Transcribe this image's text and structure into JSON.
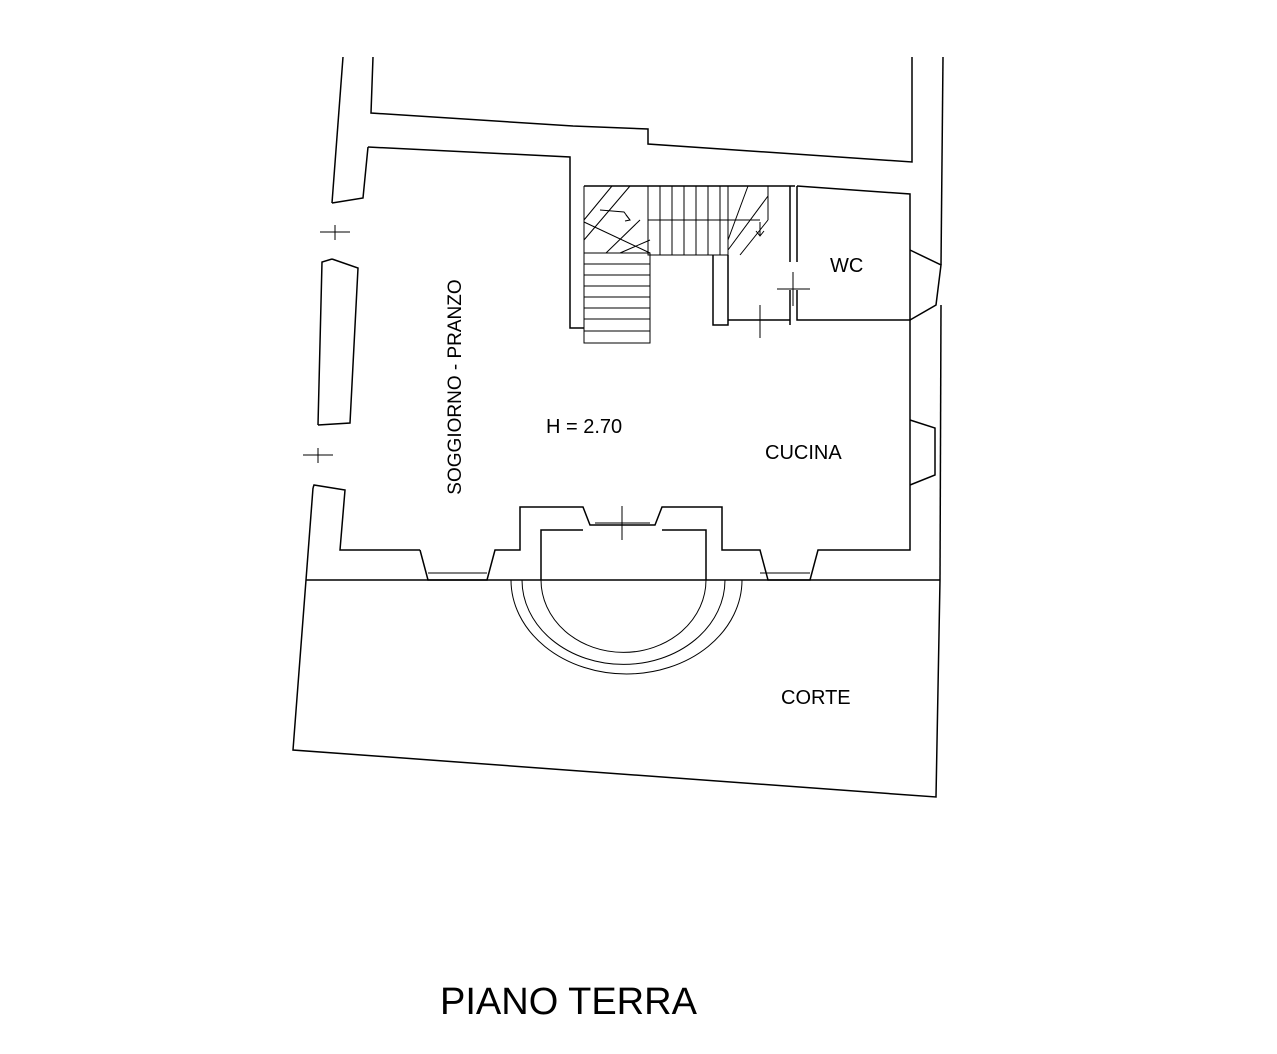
{
  "labels": {
    "living_dining": "SOGGIORNO - PRANZO",
    "height": "H = 2.70",
    "kitchen": "CUCINA",
    "wc": "WC",
    "courtyard": "CORTE",
    "floor_title": "PIANO TERRA"
  },
  "colors": {
    "line": "#000000",
    "background": "#ffffff"
  },
  "stairs": {
    "lower_flight_steps": 8,
    "upper_flight_steps": 8
  }
}
